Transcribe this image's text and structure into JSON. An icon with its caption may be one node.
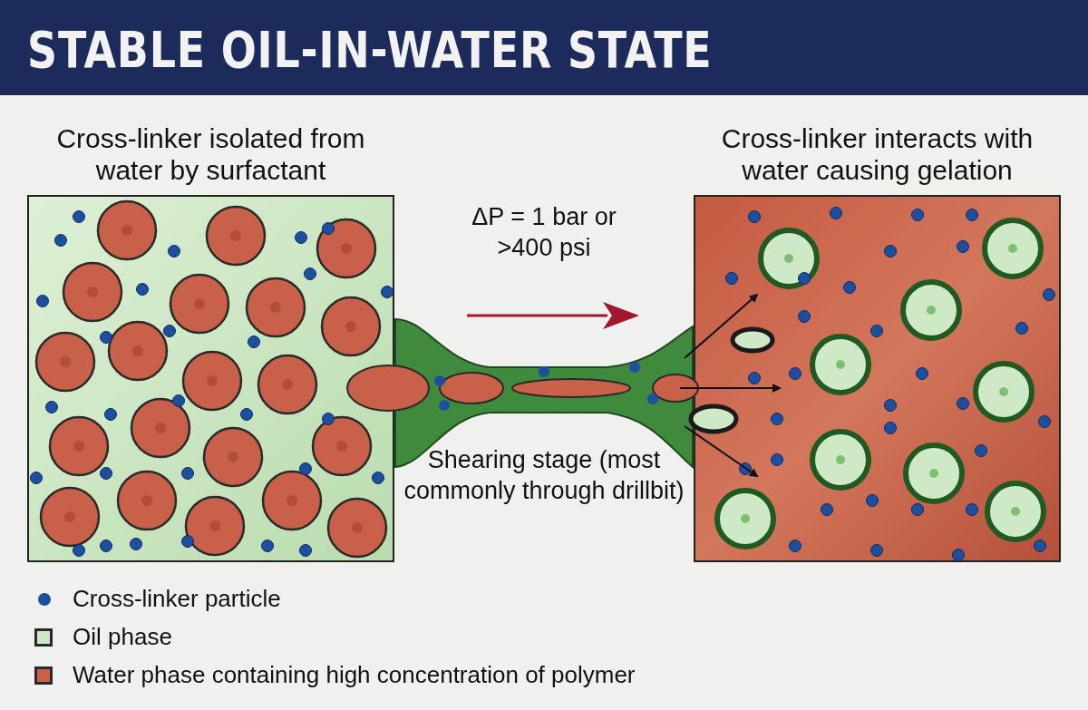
{
  "diagram": {
    "title": "STABLE OIL-IN-WATER STATE",
    "nodes": [
      {
        "text": [
          "Cross-linker isolated from water by surfactant"
        ]
      },
      {
        "text": [
          "Cross-linker interacts with water causing gelation"
        ]
      }
    ],
    "labels": [
      "ΔP = 1 bar or >400 psi",
      "Shearing stage (most commonly through drillbit)"
    ],
    "legend": [
      {
        "text": "Cross-linker particle"
      },
      {
        "text": "Oil phase",
        "color": "#cfe9c6"
      },
      {
        "text": "Water phase containing high concentration of polymer",
        "color": "#c9614a"
      }
    ]
  }
}
